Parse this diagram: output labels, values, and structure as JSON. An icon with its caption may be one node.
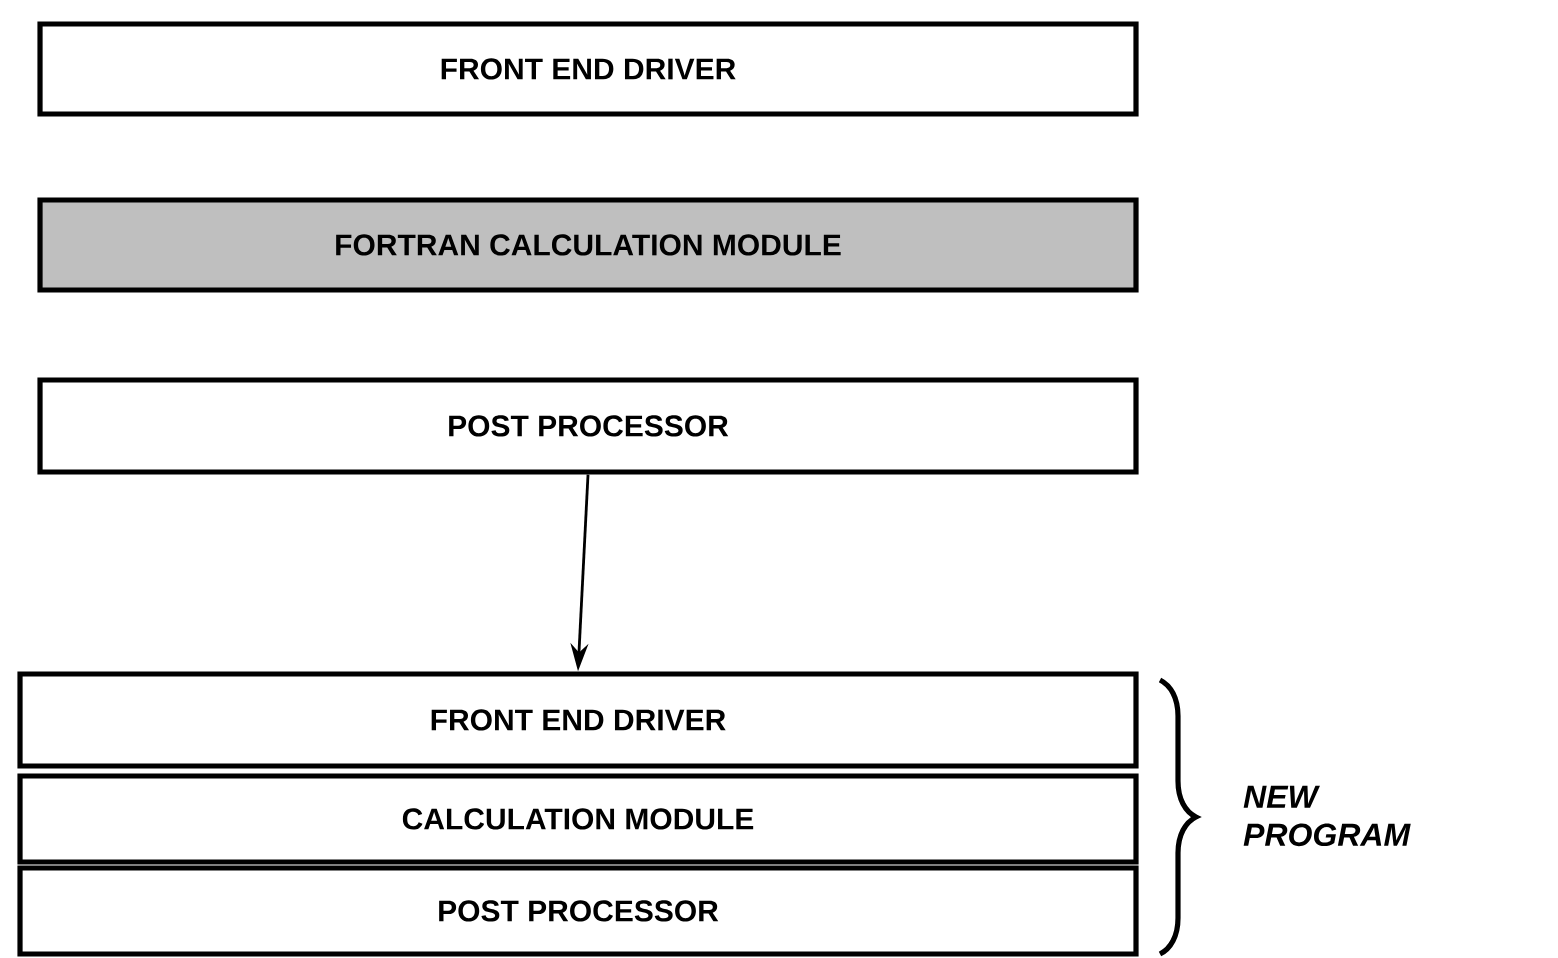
{
  "diagram": {
    "nodes": [
      {
        "text": [
          "FRONT END DRIVER"
        ]
      },
      {
        "text": [
          "FORTRAN CALCULATION  MODULE"
        ]
      },
      {
        "text": [
          "POST PROCESSOR"
        ]
      },
      {
        "text": [
          "FRONT END DRIVER"
        ]
      },
      {
        "text": [
          "CALCULATION MODULE"
        ]
      },
      {
        "text": [
          "POST PROCESSOR"
        ]
      }
    ],
    "edges": [
      {
        "from": 2,
        "to": 3,
        "arrow": "to"
      }
    ],
    "labels": [
      "NEW PROGRAM"
    ]
  }
}
